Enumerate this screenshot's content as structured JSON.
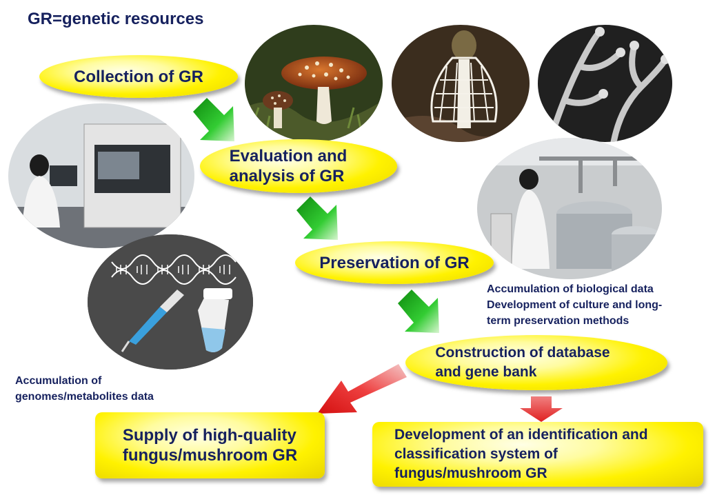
{
  "header": {
    "legend": "GR=genetic resources"
  },
  "steps": {
    "collection": "Collection of GR",
    "evaluation_line1": "Evaluation and",
    "evaluation_line2": "analysis of GR",
    "preservation": "Preservation of GR",
    "construction_line1": "Construction of database",
    "construction_line2": "and gene bank"
  },
  "outputs": {
    "supply_line1": "Supply of high-quality",
    "supply_line2": "fungus/mushroom GR",
    "development_line1": "Development of an identification and",
    "development_line2": "classification system of",
    "development_line3": "fungus/mushroom GR"
  },
  "notes": {
    "biological_line1": "Accumulation of biological data",
    "biological_line2": "Development of culture and long-",
    "biological_line3": "term preservation methods",
    "genomes_line1": "Accumulation of",
    "genomes_line2": "genomes/metabolites data"
  },
  "colors": {
    "text": "#16215e",
    "ellipse_fill": "#fff200",
    "arrow_green": "#22b522",
    "arrow_red": "#e8262a"
  }
}
